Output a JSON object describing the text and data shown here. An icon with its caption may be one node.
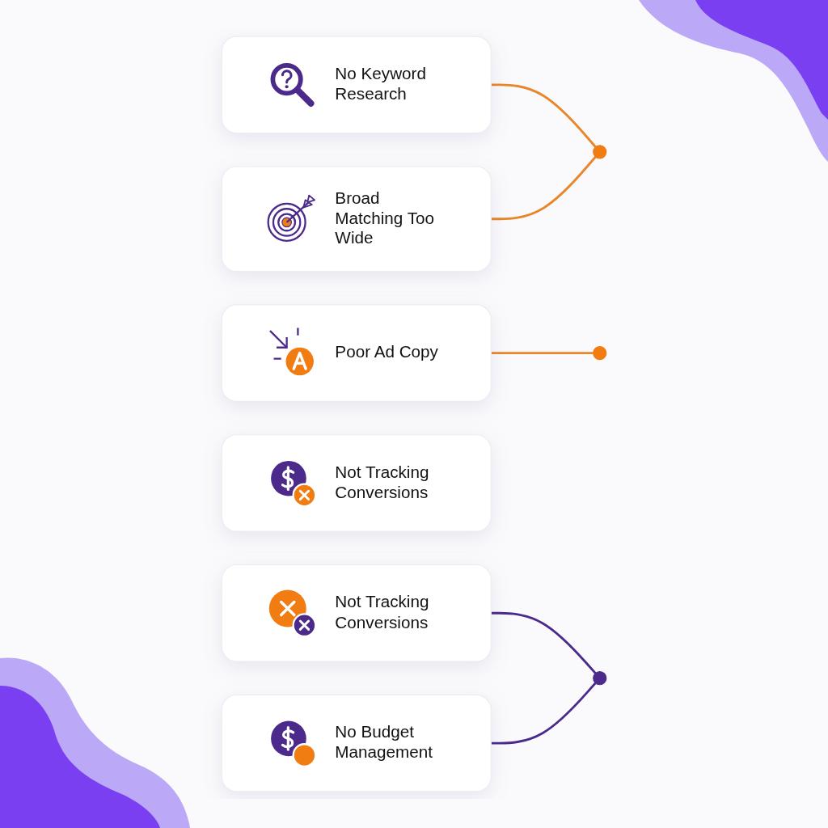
{
  "diagram": {
    "nodes": [
      {
        "text": [
          "No Keyword Research"
        ]
      },
      {
        "text": [
          "Broad Matching Too Wide"
        ]
      },
      {
        "text": [
          "Poor Ad Copy"
        ]
      },
      {
        "text": [
          "Not Tracking Conversions"
        ]
      },
      {
        "text": [
          "No Budget Management"
        ]
      },
      {
        "text": [
          "Not Tracking Conversions"
        ]
      },
      {
        "text": [],
        "shape": "circle"
      },
      {
        "text": [],
        "shape": "circle"
      },
      {
        "text": [],
        "shape": "circle"
      }
    ],
    "edges": [
      {
        "from": 0,
        "to": 6,
        "arrow": "none"
      },
      {
        "from": 1,
        "to": 6,
        "arrow": "none"
      },
      {
        "from": 2,
        "to": 7,
        "arrow": "none"
      },
      {
        "from": 5,
        "to": 8,
        "arrow": "none",
        "color": "#4b2a8c"
      },
      {
        "from": 4,
        "to": 8,
        "arrow": "none",
        "color": "#4b2a8c"
      }
    ]
  }
}
